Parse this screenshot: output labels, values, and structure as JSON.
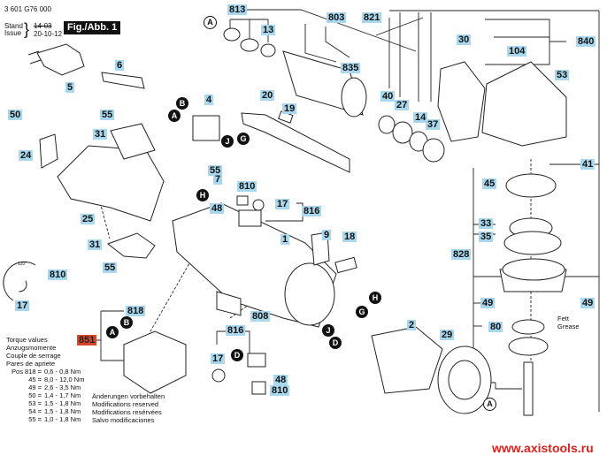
{
  "header": {
    "part_number": "3 601 G76 000",
    "stand_label": "Stand",
    "issue_label": "Issue",
    "version": "14-03",
    "date": "20-10-12",
    "figure_label": "Fig./Abb. 1"
  },
  "torque": {
    "titles": [
      "Torque values",
      "Anzugsmomente",
      "Couple de serrage",
      "Pares de apriete"
    ],
    "rows": [
      {
        "pos": "Pos 818 =",
        "value": "0,6 - 0,8 Nm"
      },
      {
        "pos": "45 =",
        "value": "8,0 - 12,0 Nm"
      },
      {
        "pos": "49 =",
        "value": "2,6 - 3,5 Nm"
      },
      {
        "pos": "50 =",
        "value": "1,4 - 1,7 Nm"
      },
      {
        "pos": "53 =",
        "value": "1,5 - 1,8 Nm"
      },
      {
        "pos": "54 =",
        "value": "1,5 - 1,8 Nm"
      },
      {
        "pos": "55 =",
        "value": "1,0 - 1,8 Nm"
      }
    ]
  },
  "modifications": [
    "Änderungen vorbehalten",
    "Modifications reserved",
    "Modifications resérvées",
    "Salvo modificaciones"
  ],
  "grease_note": [
    "Fett",
    "Grease"
  ],
  "angle_note": "120°",
  "watermark": "www.axistools.ru",
  "colors": {
    "label_bg": "#a9d8ee",
    "highlight_bg": "#d8452b",
    "watermark": "#e0201c"
  },
  "part_labels": {
    "p813": "813",
    "p13": "13",
    "p803": "803",
    "p835": "835",
    "p821": "821",
    "p840": "840",
    "p30": "30",
    "p104": "104",
    "p53": "53",
    "p6": "6",
    "p5": "5",
    "p50": "50",
    "p55a": "55",
    "p24": "24",
    "p31": "31",
    "p4": "4",
    "p20": "20",
    "p19": "19",
    "p40": "40",
    "p27": "27",
    "p14": "14",
    "p37": "37",
    "p41": "41",
    "p45": "45",
    "p25": "25",
    "p55b": "55",
    "p7": "7",
    "p810a": "810",
    "p48a": "48",
    "p17a": "17",
    "p816a": "816",
    "p33": "33",
    "p35": "35",
    "p828": "828",
    "p31b": "31",
    "p55c": "55",
    "p1": "1",
    "p9": "9",
    "p18": "18",
    "p810b": "810",
    "p17b": "17",
    "p49a": "49",
    "p49b": "49",
    "p818": "818",
    "p808": "808",
    "p851": "851",
    "p2": "2",
    "p80": "80",
    "p816b": "816",
    "p29": "29",
    "p17c": "17",
    "p48b": "48",
    "p810c": "810"
  },
  "connectors": {
    "A1": "A",
    "B1": "B",
    "A2": "A",
    "G1": "G",
    "J1": "J",
    "H1": "H",
    "H2": "H",
    "G2": "G",
    "J2": "J",
    "D1": "D",
    "B2": "B",
    "A3": "A",
    "D2": "D",
    "A4": "A"
  }
}
